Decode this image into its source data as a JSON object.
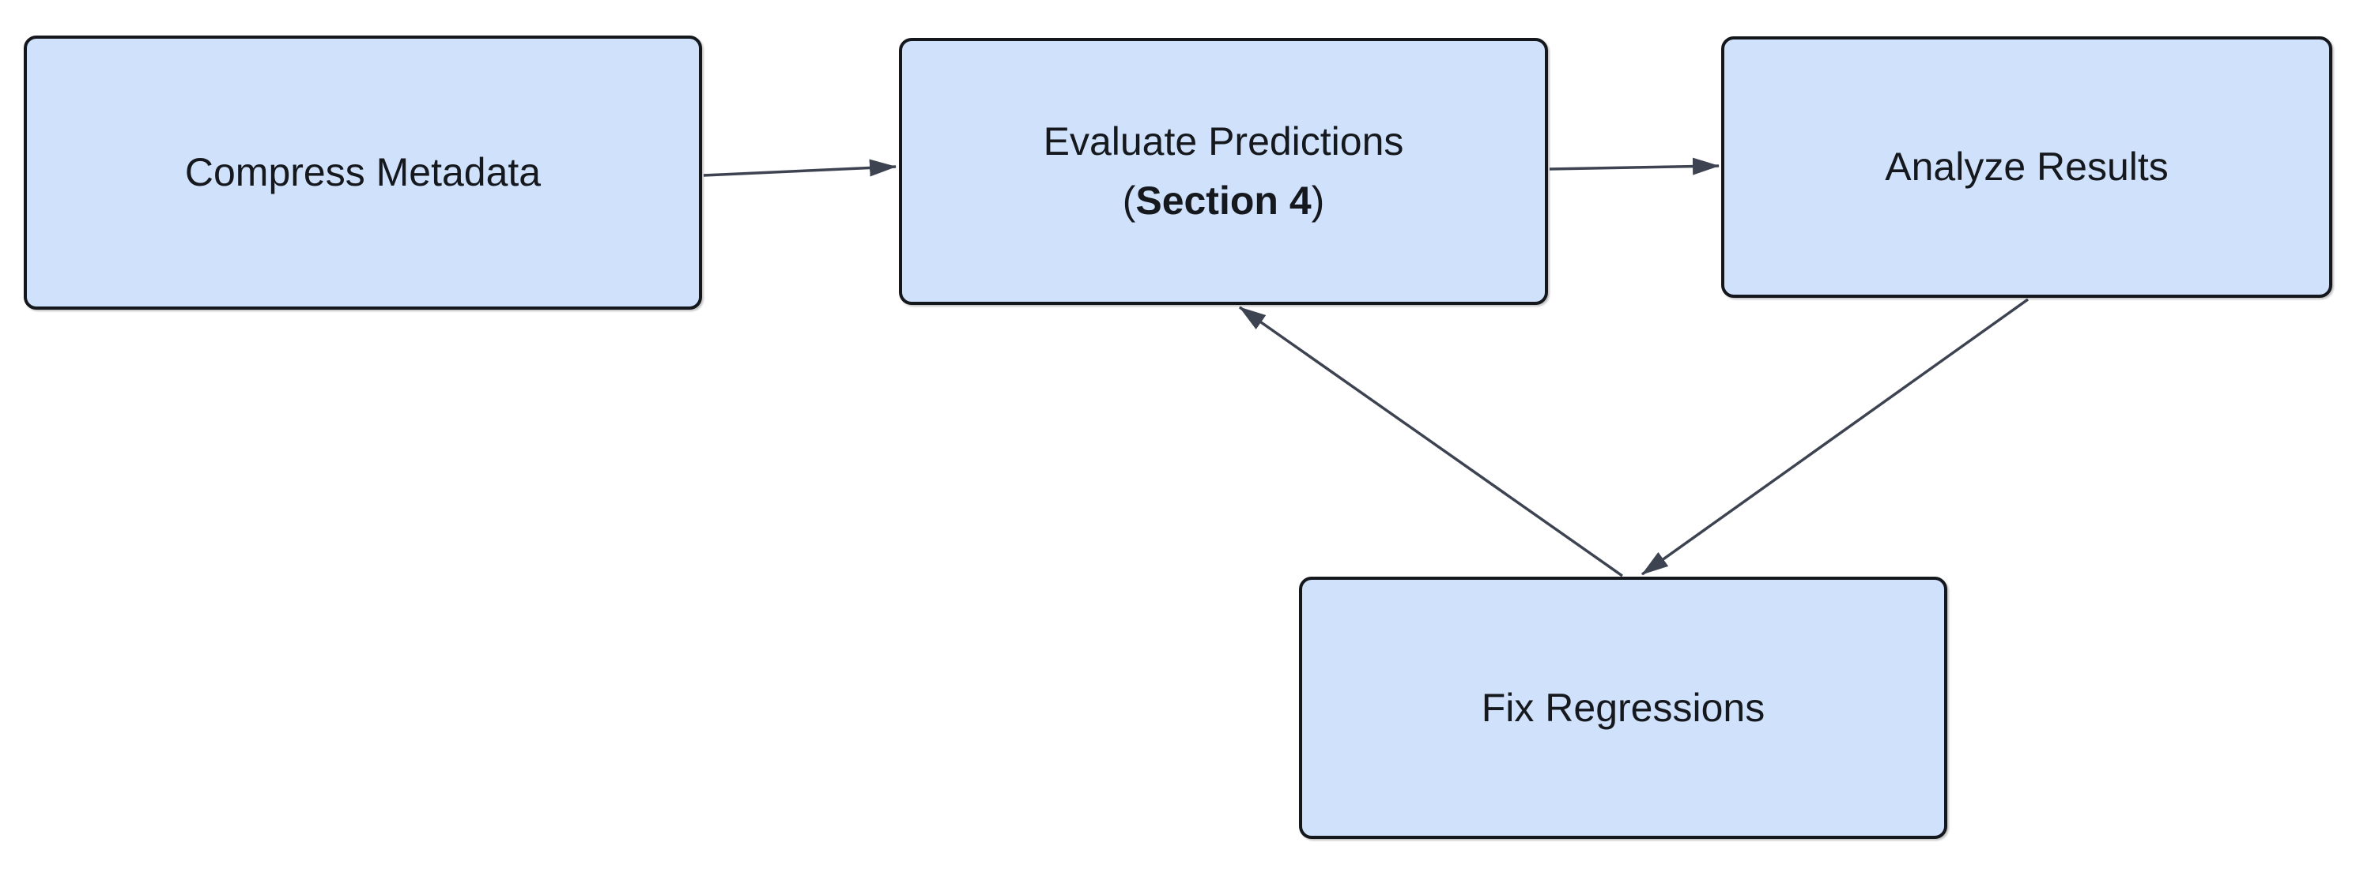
{
  "diagram": {
    "title": "",
    "background_color": "#ffffff",
    "node_fill_color": "#d0e1fb",
    "node_border_color": "#14171c",
    "arrow_color": "#3d4350",
    "text_color": "#15181d",
    "nodes": [
      {
        "id": "compress",
        "label": "Compress Metadata"
      },
      {
        "id": "evaluate",
        "line1": "Evaluate Predictions",
        "line2_prefix": "(",
        "line2_bold": "Section 4",
        "line2_suffix": ")"
      },
      {
        "id": "analyze",
        "label": "Analyze Results"
      },
      {
        "id": "fix",
        "label": "Fix Regressions"
      }
    ],
    "edges": [
      {
        "from": "Compress Metadata",
        "to": "Evaluate Predictions (Section 4)"
      },
      {
        "from": "Evaluate Predictions (Section 4)",
        "to": "Analyze Results"
      },
      {
        "from": "Analyze Results",
        "to": "Fix Regressions"
      },
      {
        "from": "Fix Regressions",
        "to": "Evaluate Predictions (Section 4)"
      }
    ]
  }
}
